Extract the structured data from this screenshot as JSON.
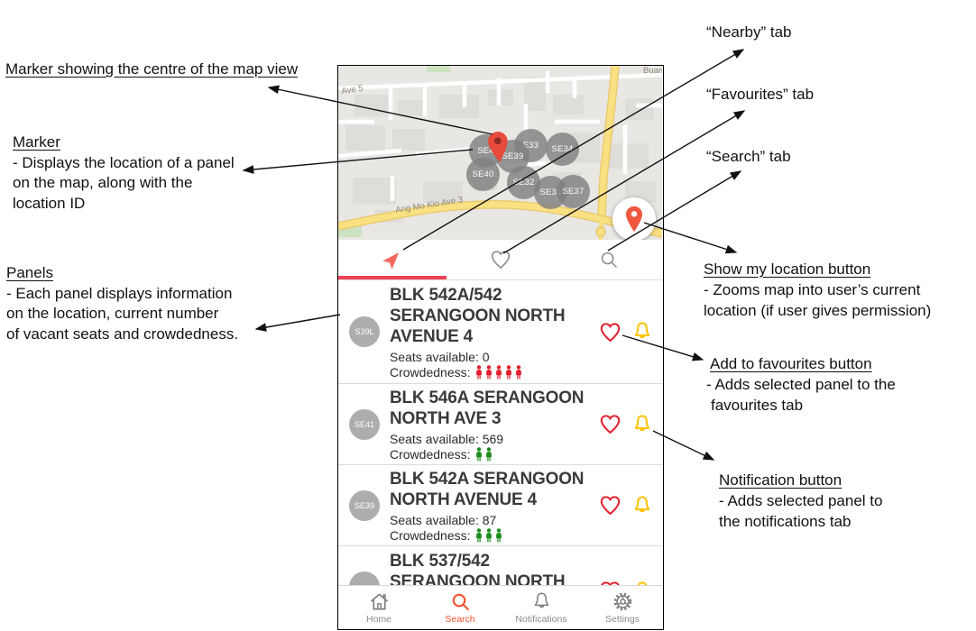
{
  "annotations": {
    "centre_marker": {
      "title": "Marker showing the centre of the map view"
    },
    "marker": {
      "title": "Marker",
      "lines": [
        "- Displays the location of a panel",
        "on the map, along with the",
        "location ID"
      ]
    },
    "panels": {
      "title": "Panels",
      "lines": [
        "- Each panel displays information",
        "on the location, current number",
        "of vacant seats and crowdedness."
      ]
    },
    "nearby_tab": {
      "title": "“Nearby” tab"
    },
    "favourites_tab": {
      "title": "“Favourites” tab"
    },
    "search_tab": {
      "title": "“Search” tab"
    },
    "show_location": {
      "title": "Show my location button",
      "lines": [
        "- Zooms map into user’s current",
        "location (if user gives permission)"
      ]
    },
    "add_favourites": {
      "title": "Add to favourites button",
      "lines": [
        "- Adds selected panel to the",
        "favourites tab"
      ]
    },
    "notification": {
      "title": "Notification button",
      "lines": [
        "- Adds selected panel to",
        "the notifications tab"
      ]
    }
  },
  "app": {
    "map": {
      "labels": {
        "ave5": "Ave 5",
        "amk": "Ang Mo Kio Ave 3",
        "buan": "Buan"
      },
      "markers": [
        {
          "label": "SE4"
        },
        {
          "label": "E33"
        },
        {
          "label": "SE34"
        },
        {
          "label": "SE39"
        },
        {
          "label": "SE40"
        },
        {
          "label": "SE32"
        },
        {
          "label": "SE31"
        },
        {
          "label": "SE37"
        }
      ]
    },
    "tabs": [
      {
        "name": "nearby",
        "icon": "navigate",
        "active": true
      },
      {
        "name": "favourites",
        "icon": "heart",
        "active": false
      },
      {
        "name": "search",
        "icon": "search",
        "active": false
      }
    ],
    "panels": [
      {
        "badge": "S39L",
        "title_lines": [
          "BLK 542A/542",
          "SERANGOON NORTH",
          "AVENUE 4"
        ],
        "seats": "Seats available: 0",
        "crowd": {
          "label": "Crowdedness:",
          "count": 5,
          "color": "#E31E2D"
        }
      },
      {
        "badge": "SE41",
        "title_lines": [
          "BLK 546A SERANGOON",
          "NORTH AVE 3"
        ],
        "seats": "Seats available: 569",
        "crowd": {
          "label": "Crowdedness:",
          "count": 2,
          "color": "#1C8C1C"
        }
      },
      {
        "badge": "SE39",
        "title_lines": [
          "BLK 542A SERANGOON",
          "NORTH AVENUE 4"
        ],
        "seats": "Seats available: 87",
        "crowd": {
          "label": "Crowdedness:",
          "count": 3,
          "color": "#1C8C1C"
        }
      },
      {
        "badge": "",
        "title_lines": [
          "BLK 537/542",
          "SERANGOON NORTH"
        ],
        "seats": null,
        "crowd": null,
        "partial": true
      }
    ],
    "bottom_nav": [
      {
        "label": "Home",
        "icon": "home",
        "active": false
      },
      {
        "label": "Search",
        "icon": "search",
        "active": true
      },
      {
        "label": "Notifications",
        "icon": "bell",
        "active": false
      },
      {
        "label": "Settings",
        "icon": "gear",
        "active": false
      }
    ]
  },
  "colors": {
    "accent": "#EE4357",
    "tab_active_icon": "#F4695C",
    "heart": "#E31E2D",
    "bell": "#FFC400",
    "crowd_red": "#E31E2D",
    "crowd_green": "#1C8C1C",
    "nav_active": "#F25130",
    "nav_grey": "#7E7E7E",
    "pin": "#E64B3C",
    "pin_hole": "#8C2B22",
    "location_pin": "#F0583F",
    "marker_grey": "#9C9C9C"
  }
}
